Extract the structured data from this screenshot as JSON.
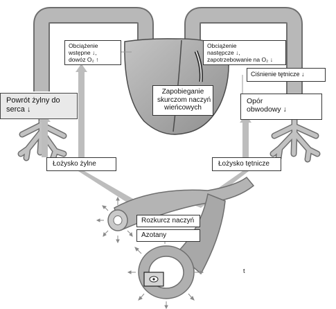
{
  "labels": {
    "preload": [
      "Obciążenie",
      "wstępne ↓,",
      "dowóz O₂ ↑"
    ],
    "afterload": [
      "Obciążenie",
      "następcze ↓,",
      "zapotrzebowanie na O₂ ↓"
    ],
    "venous_return": [
      "Powrót żylny do",
      "serca ↓"
    ],
    "coronary": [
      "Zapobieganie",
      "skurczom naczyń",
      "wieńcowych"
    ],
    "blood_pressure": "Ciśnienie tętnicze ↓",
    "peripheral_resistance": [
      "Opór",
      "obwodowy ↓"
    ],
    "venous_bed": "Łożysko żylne",
    "arterial_bed": "Łożysko tętnicze",
    "vasodilation": "Rozkurcz naczyń",
    "nitrates": "Azotany",
    "stray_mark": "t"
  },
  "colors": {
    "vessel_fill": "#b4b4b4",
    "vessel_outline": "#6e6e6e",
    "heart_fill": "#a9a9a9",
    "arrow": "#bdbdbd",
    "venous_label_bg": "#e9e9e9"
  }
}
